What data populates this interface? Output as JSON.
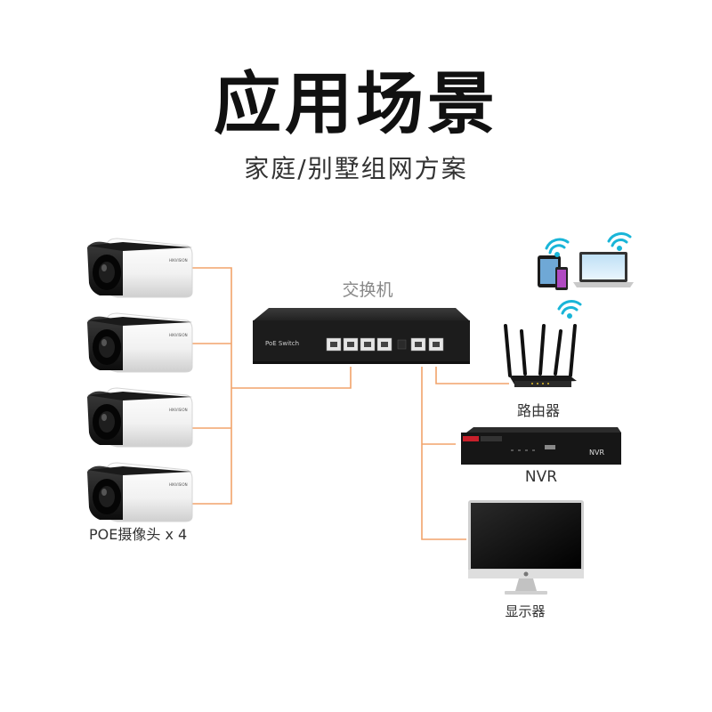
{
  "title": "应用场景",
  "subtitle": "家庭/别墅组网方案",
  "labels": {
    "switch": "交换机",
    "router": "路由器",
    "nvr": "NVR",
    "monitor": "显示器",
    "cameras": "POE摄像头 x 4"
  },
  "device_text": {
    "switch_panel": "PoE Switch",
    "nvr_panel": "NVR",
    "camera_brand": "HIKVISION"
  },
  "colors": {
    "wire": "#f2a36b",
    "device_dark": "#1c1c1c",
    "wifi": "#19b5d8"
  }
}
